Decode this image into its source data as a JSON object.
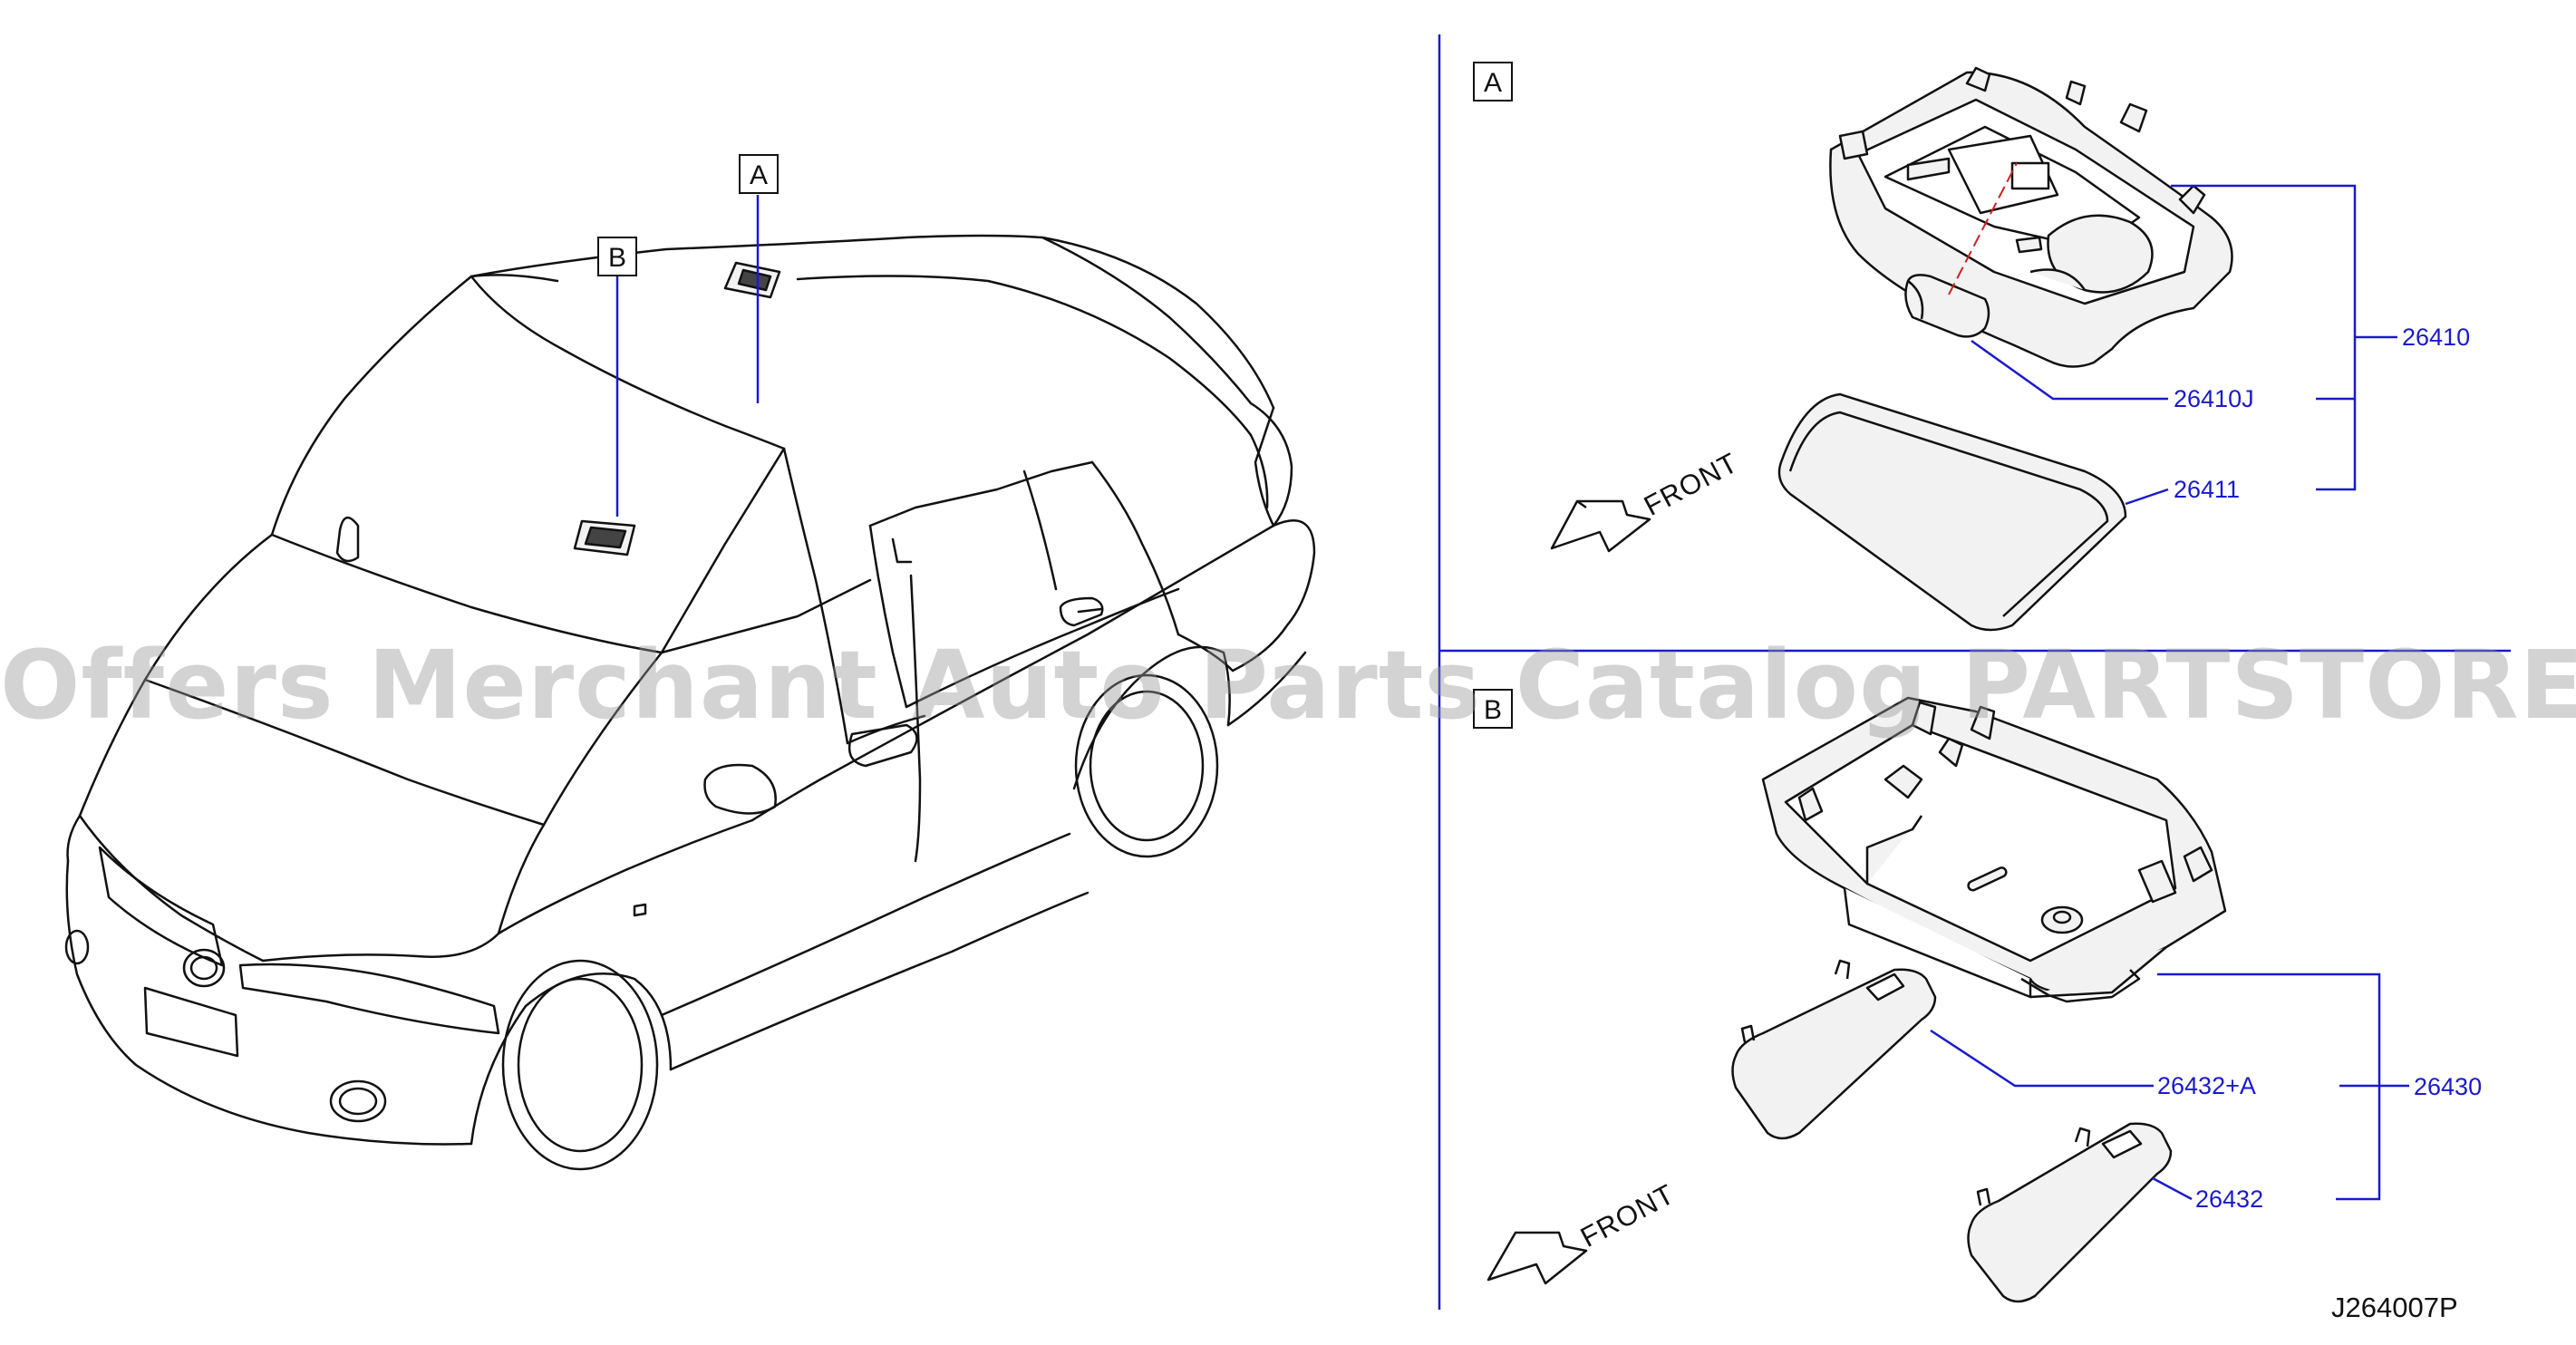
{
  "callouts": {
    "a": "A",
    "b": "B",
    "section_a": "A",
    "section_b": "B"
  },
  "parts": {
    "p26410": "26410",
    "p26410J": "26410J",
    "p26411": "26411",
    "p26432A": "26432+A",
    "p26430": "26430",
    "p26432": "26432"
  },
  "front_labels": {
    "top": "FRONT",
    "bottom": "FRONT"
  },
  "diagram_id": "J264007P",
  "watermark": "Offers Merchant Auto Parts Catalog PARTSTORE.SA",
  "colors": {
    "leader_blue": "#1a1acc",
    "line_black": "#111111",
    "part_fill": "#f2f2f2"
  }
}
